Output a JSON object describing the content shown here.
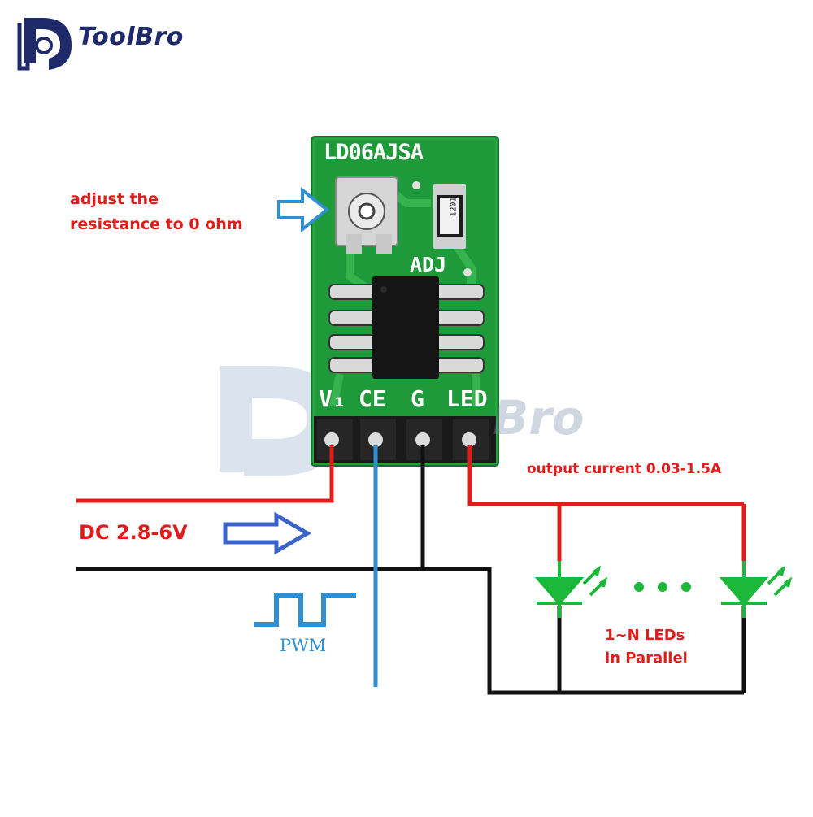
{
  "brand": {
    "name": "ToolBro",
    "logo_icon": "d-shaped-logo-icon",
    "watermark_text": "Bro"
  },
  "board": {
    "name": "LD06AJSA",
    "adj_label": "ADJ",
    "resistor_code": "1201",
    "pins": [
      {
        "label": "V₁",
        "wire_color": "#e21b1b"
      },
      {
        "label": "CE",
        "wire_color": "#2f8fd0"
      },
      {
        "label": "G",
        "wire_color": "#111111"
      },
      {
        "label": "LED",
        "wire_color": "#e21b1b"
      }
    ],
    "board_color": "#1f9a3a",
    "pcb_trace_color": "#36b24f"
  },
  "annotations": {
    "adjust_line1": "adjust the",
    "adjust_line2": "resistance to 0 ohm",
    "output_current": "output current 0.03-1.5A",
    "supply": "DC 2.8-6V",
    "pwm": "PWM",
    "leds_line1": "1~N LEDs",
    "leds_line2": "in Parallel",
    "ellipsis": "• • •"
  },
  "colors": {
    "annotation_red": "#e21b1b",
    "wire_red": "#e21b1b",
    "wire_black": "#111111",
    "wire_blue": "#2f8fd0",
    "arrow_blue": "#3b63c9",
    "led_green": "#1bb83a"
  }
}
